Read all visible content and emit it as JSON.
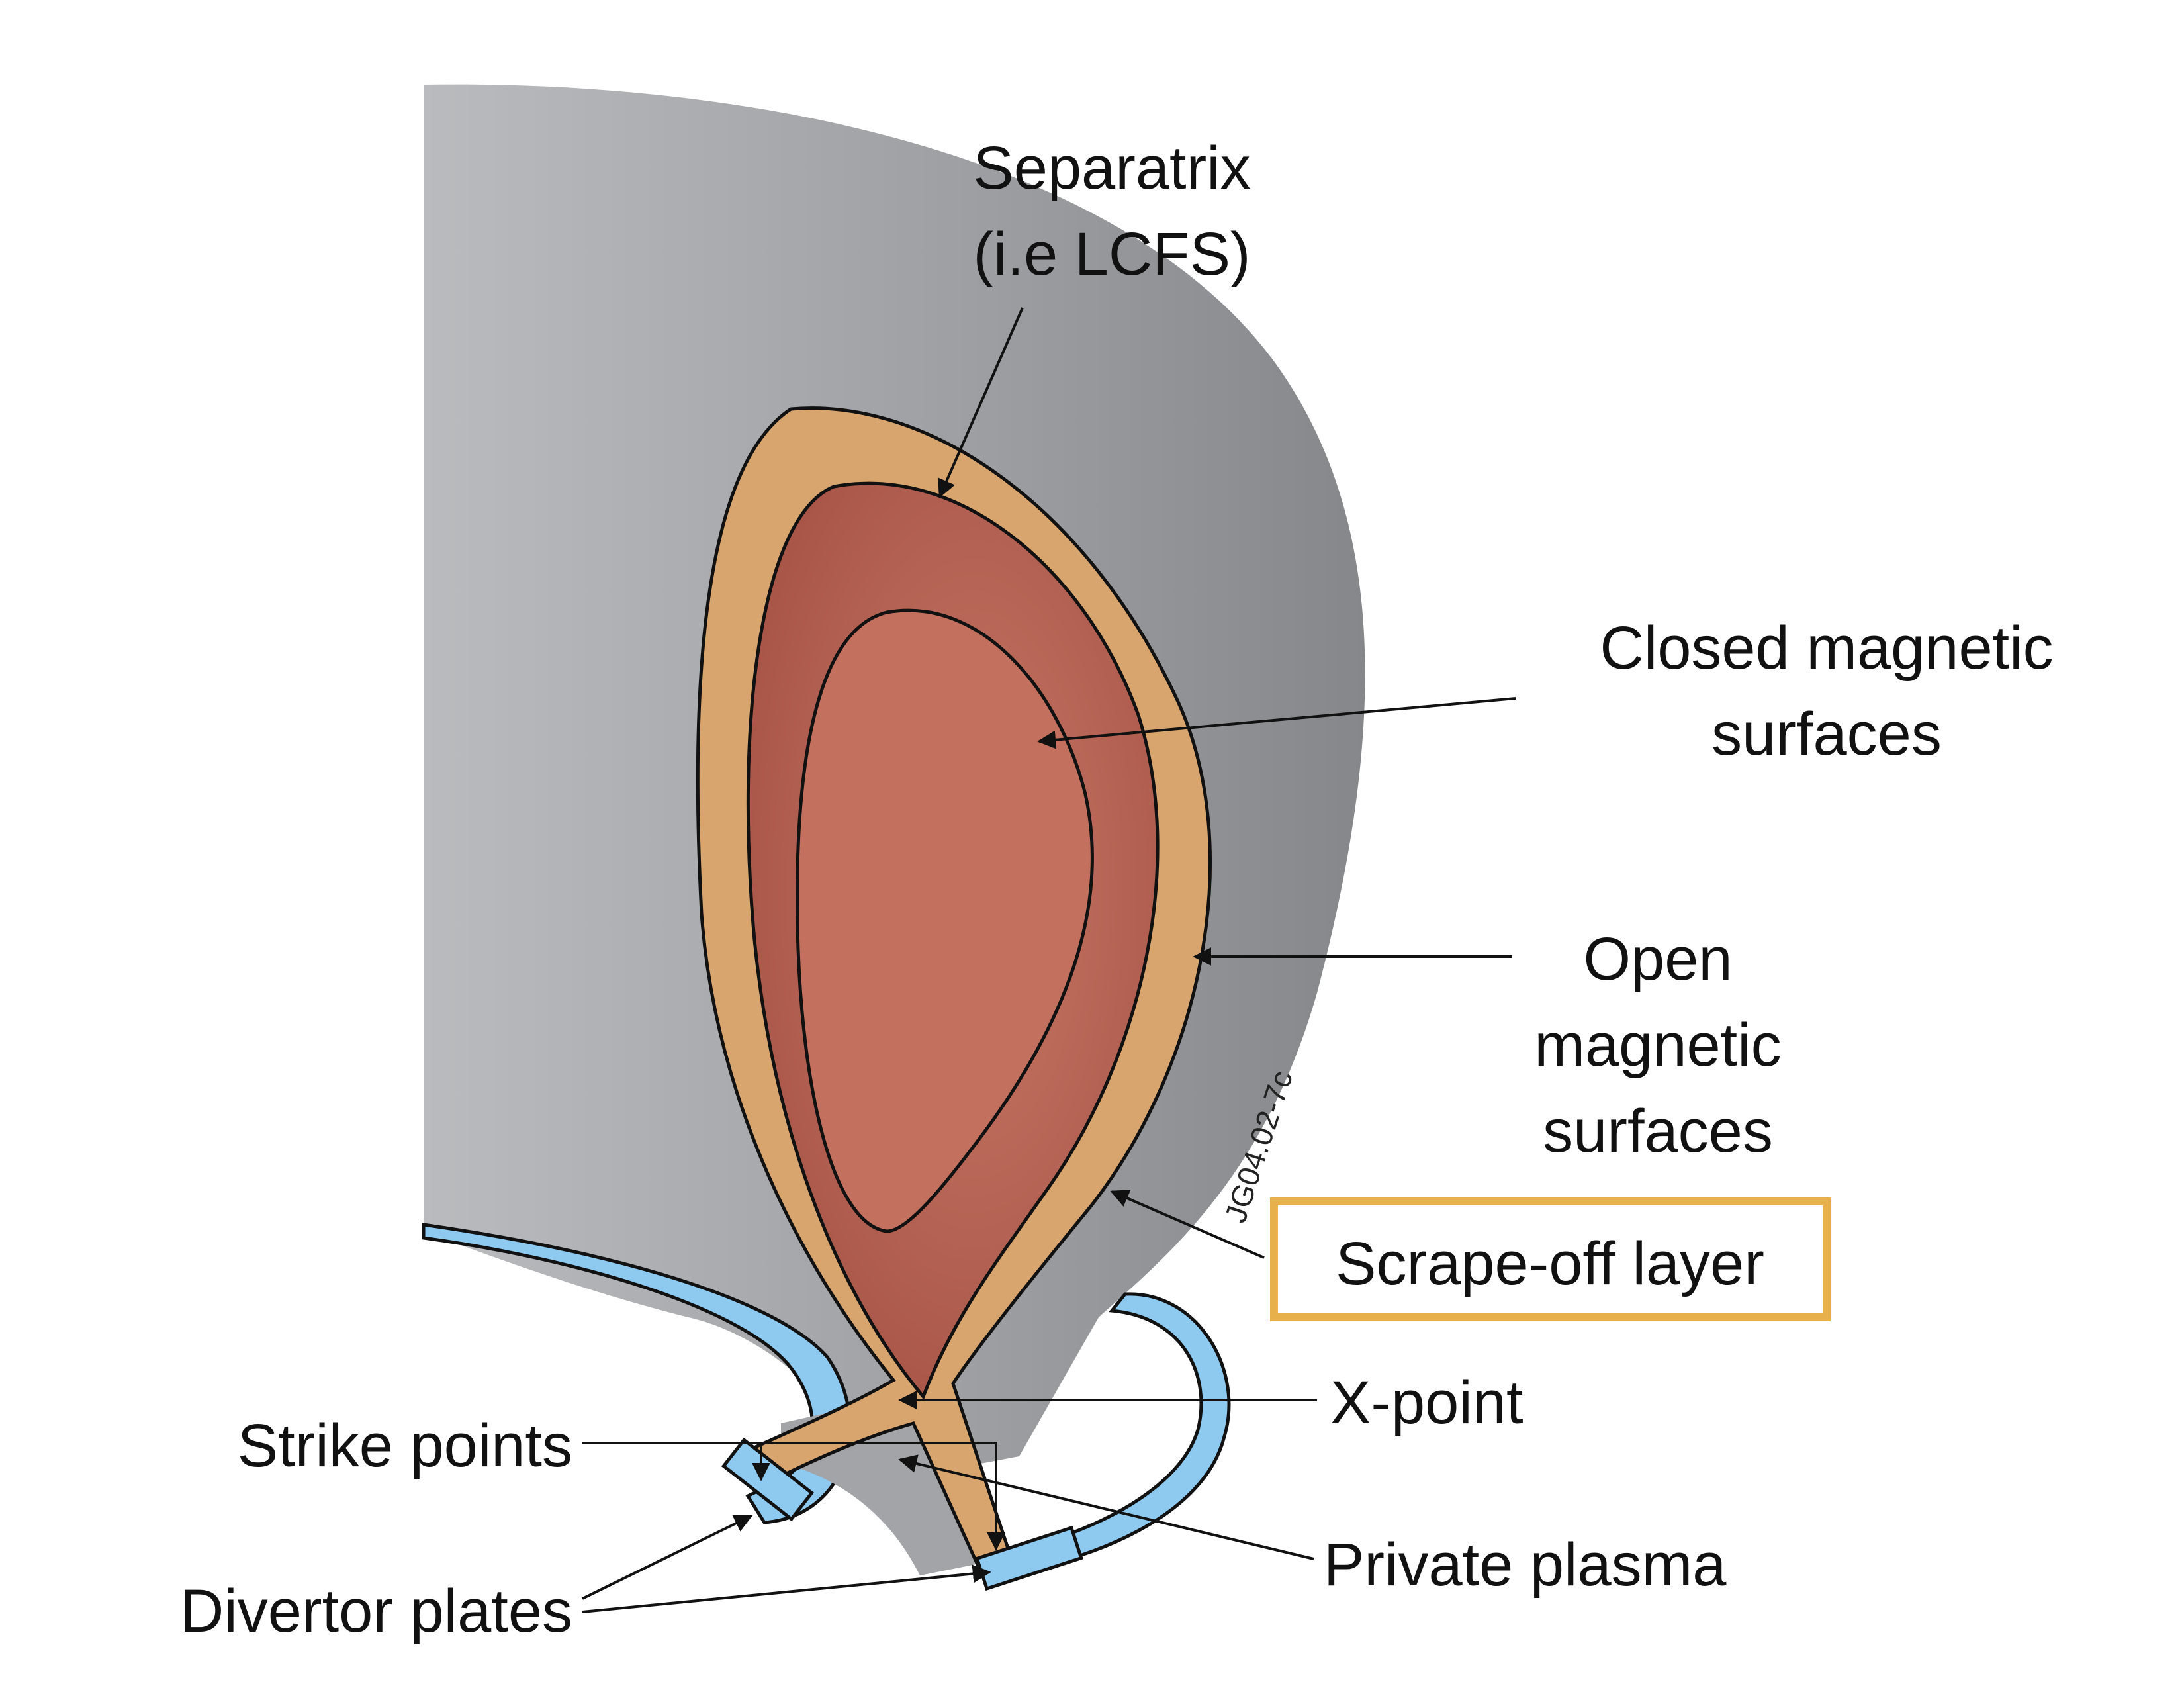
{
  "labels": {
    "separatrix_line1": "Separatrix",
    "separatrix_line2": "(i.e LCFS)",
    "closed_line1": "Closed magnetic",
    "closed_line2": "surfaces",
    "open_line1": "Open",
    "open_line2": "magnetic",
    "open_line3": "surfaces",
    "scrape_off": "Scrape-off layer",
    "x_point": "X-point",
    "strike_points": "Strike points",
    "private_plasma": "Private plasma",
    "divertor_plates": "Divertor plates"
  },
  "figure_code": "JG04.02-7c",
  "colors": {
    "vessel_gray": "#9a9ca0",
    "scrape_off_layer": "#d9a56e",
    "core_plasma": "#b85f50",
    "inner_surface": "#c4705e",
    "divertor_plate": "#8ec9ef",
    "highlight_box": "#e8b04a"
  }
}
